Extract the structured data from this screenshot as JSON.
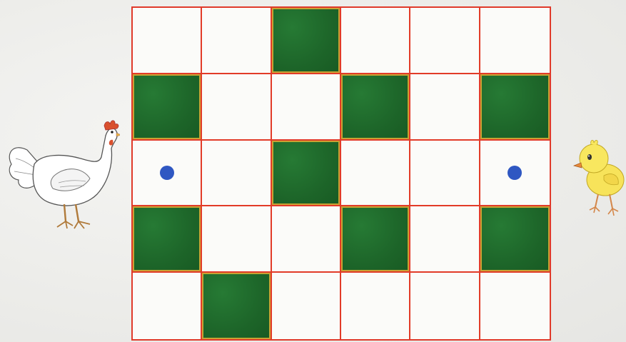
{
  "board": {
    "rows": 5,
    "cols": 6,
    "cells": [
      [
        "empty",
        "empty",
        "green",
        "empty",
        "empty",
        "empty"
      ],
      [
        "green",
        "empty",
        "empty",
        "green",
        "empty",
        "green"
      ],
      [
        "dot",
        "empty",
        "green",
        "empty",
        "empty",
        "dot"
      ],
      [
        "green",
        "empty",
        "empty",
        "green",
        "empty",
        "green"
      ],
      [
        "empty",
        "green",
        "empty",
        "empty",
        "empty",
        "empty"
      ]
    ]
  },
  "colors": {
    "grid_line": "#e23b28",
    "green_square": "#1e6a2c",
    "dot": "#2f57c2",
    "background": "#efefed"
  },
  "characters": {
    "left": "hen-illustration",
    "right": "chick-illustration"
  }
}
